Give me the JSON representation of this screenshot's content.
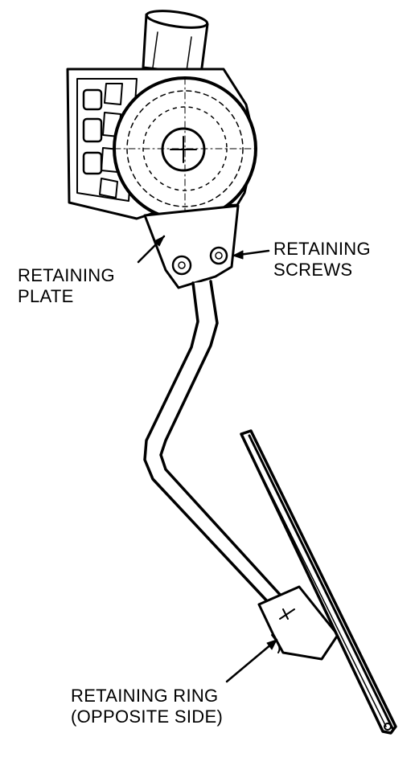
{
  "labels": {
    "retaining_plate": {
      "line1": "RETAINING",
      "line2": "PLATE"
    },
    "retaining_screws": {
      "line1": "RETAINING",
      "line2": "SCREWS"
    },
    "retaining_ring": {
      "line1": "RETAINING RING",
      "line2": "(OPPOSITE SIDE)"
    }
  },
  "colors": {
    "ink": "#000000",
    "paper": "#ffffff"
  }
}
